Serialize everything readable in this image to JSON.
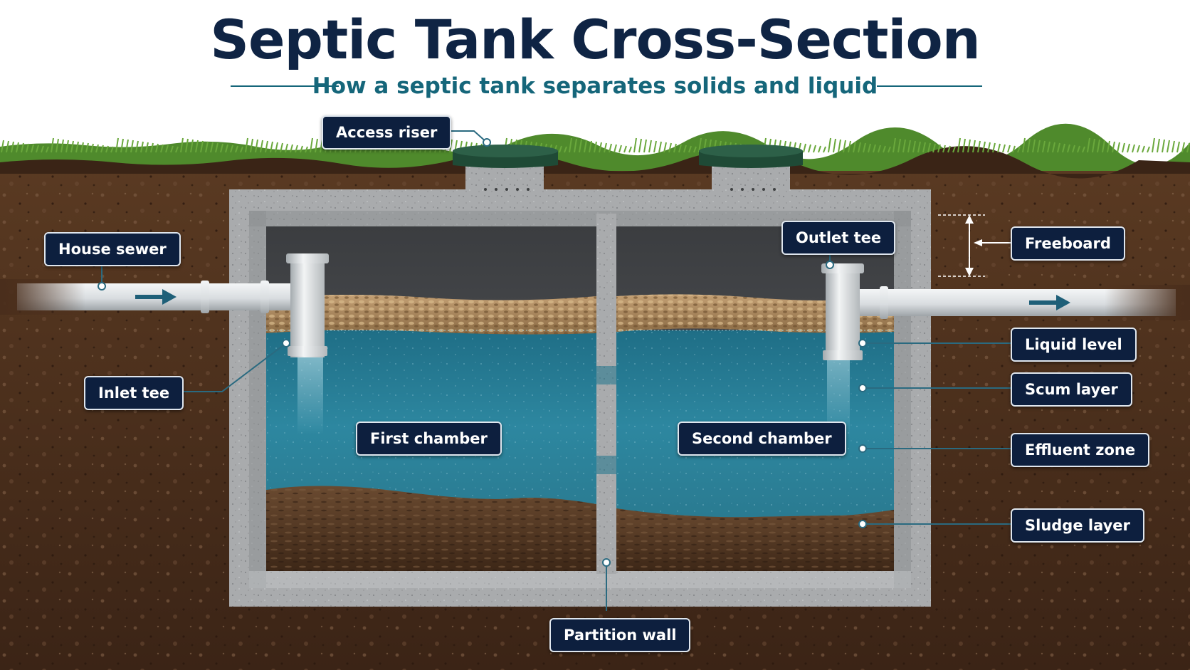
{
  "title": "Septic Tank Cross-Section",
  "subtitle": "How a septic tank separates solids and liquid",
  "labels": {
    "access_riser": "Access riser",
    "house_sewer": "House sewer",
    "inlet_tee": "Inlet tee",
    "first_chamber": "First chamber",
    "second_chamber": "Second chamber",
    "outlet_tee": "Outlet tee",
    "freeboard": "Freeboard",
    "liquid_level": "Liquid level",
    "scum_layer": "Scum layer",
    "effluent_zone": "Effluent zone",
    "sludge_layer": "Sludge layer",
    "partition_wall": "Partition wall"
  },
  "colors": {
    "title": "#0f2444",
    "subtitle": "#15667a",
    "label_bg": "#0d1f3e",
    "leader": "#2a6a80",
    "soil": "#4a2e1c",
    "grass": "#4f8a2c",
    "concrete": "#a9abad",
    "water": "#2e7f96",
    "scum": "#a8835a",
    "sludge": "#4a3020",
    "pipe": "#dfe3e6",
    "lid": "#1f4a36"
  },
  "icons": {
    "flow": "arrow-right-icon"
  }
}
